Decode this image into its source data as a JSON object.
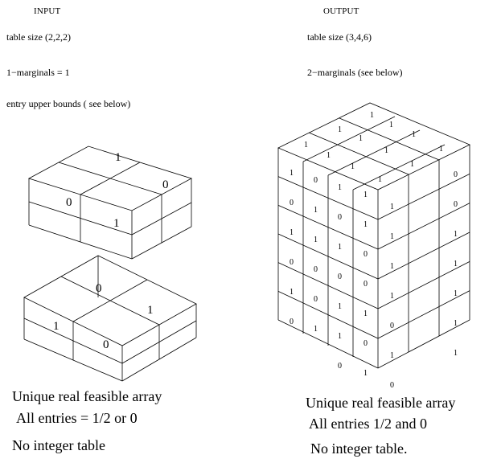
{
  "input": {
    "heading": "INPUT",
    "table_size": "table size (2,2,2)",
    "marginals": "1−marginals = 1",
    "bounds": "entry upper bounds ( see below)",
    "summary_1": "Unique real feasible array",
    "summary_2": "All entries = 1/2  or  0",
    "summary_3": "No  integer table"
  },
  "output": {
    "heading": "OUTPUT",
    "table_size": "table size  (3,4,6)",
    "marginals": "2−marginals (see below)",
    "summary_1": "Unique real feasible array",
    "summary_2": "All entries 1/2 and  0",
    "summary_3": "No integer  table."
  },
  "input_upper_box_labels": [
    "1",
    "0",
    "0",
    "1"
  ],
  "input_lower_box_labels": [
    "0",
    "1",
    "1",
    "0"
  ],
  "output_top_labels": [
    "1",
    "1",
    "1",
    "1",
    "1",
    "1",
    "1",
    "1",
    "1",
    "1",
    "1",
    "1"
  ],
  "output_front_rows": [
    [
      "1",
      "0",
      "1",
      "1"
    ],
    [
      "0",
      "1",
      "0",
      "1"
    ],
    [
      "1",
      "1",
      "1",
      "0"
    ],
    [
      "0",
      "0",
      "0",
      "0"
    ],
    [
      "1",
      "0",
      "1",
      "1"
    ],
    [
      "0",
      "1",
      "1",
      "0"
    ],
    [
      "",
      "",
      "0",
      "1"
    ]
  ],
  "output_side_rows": [
    [
      "1",
      "0"
    ],
    [
      "1",
      "0"
    ],
    [
      "1",
      "1"
    ],
    [
      "1",
      "1"
    ],
    [
      "0",
      "1"
    ],
    [
      "1",
      "1"
    ],
    [
      "0",
      "1"
    ]
  ]
}
